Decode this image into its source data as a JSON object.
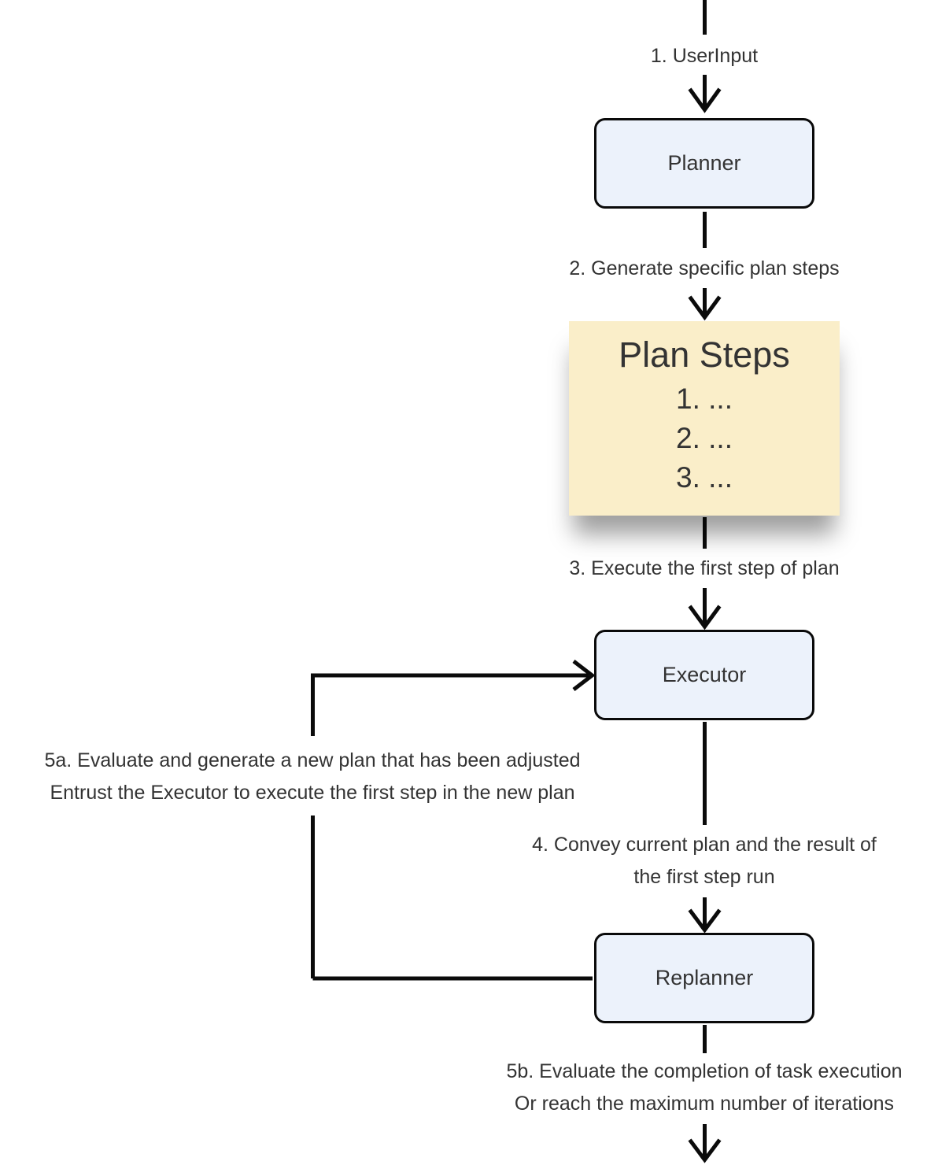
{
  "diagram": {
    "nodes": {
      "planner": {
        "label": "Planner"
      },
      "executor": {
        "label": "Executor"
      },
      "replanner": {
        "label": "Replanner"
      },
      "plan_steps": {
        "title": "Plan Steps",
        "items": [
          "1. ...",
          "2. ...",
          "3. ..."
        ]
      }
    },
    "edges": {
      "user_input": {
        "label": "1. UserInput"
      },
      "generate_plan": {
        "label": "2. Generate specific plan steps"
      },
      "execute_first": {
        "label": "3. Execute the first step of plan"
      },
      "convey": {
        "line1": "4. Convey current plan and the result of",
        "line2": "the first step run"
      },
      "replan_loop": {
        "line1": "5a. Evaluate and generate a new plan that has been adjusted",
        "line2": "Entrust the Executor to execute the first step in the new plan"
      },
      "finish": {
        "line1": "5b. Evaluate the completion of task execution",
        "line2": "Or reach the maximum number of iterations"
      }
    },
    "colors": {
      "node_fill": "#ECF2FB",
      "node_border": "#0a0a0a",
      "plan_steps_fill": "#FAEEC9",
      "line": "#0b0b0b",
      "text": "#333333"
    }
  }
}
